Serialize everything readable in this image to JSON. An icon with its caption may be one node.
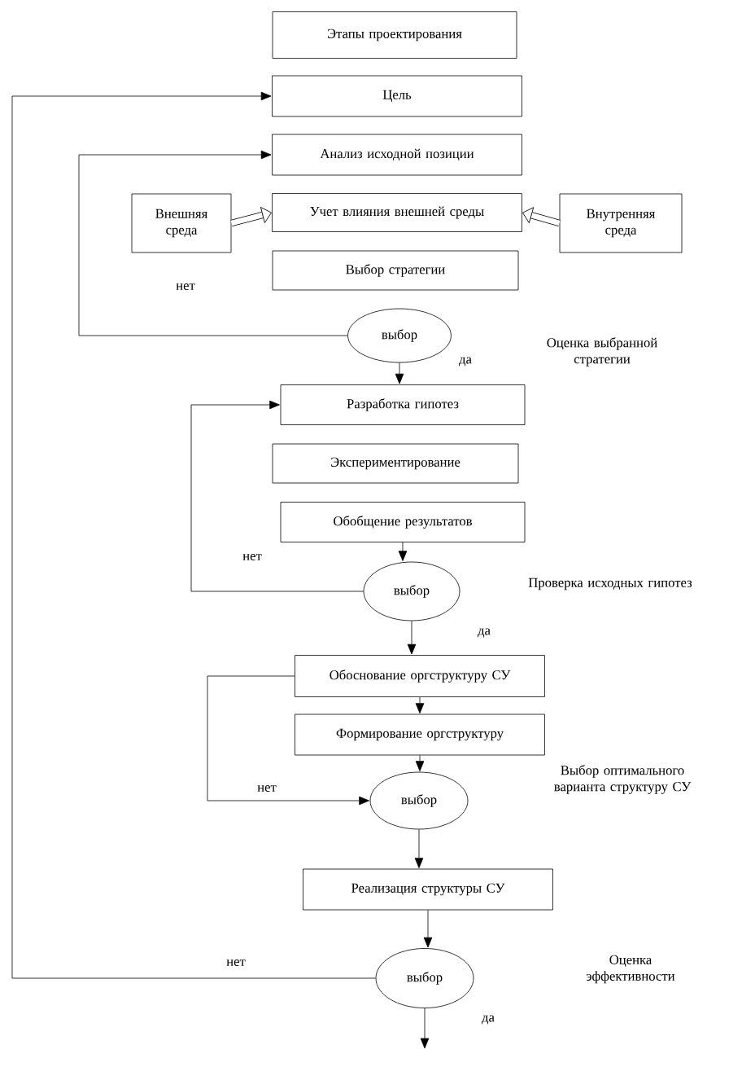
{
  "diagram": {
    "nodes": [
      {
        "text": [
          "Этапы проектирования"
        ]
      },
      {
        "text": [
          "Цель"
        ]
      },
      {
        "text": [
          "Анализ исходной позиции"
        ]
      },
      {
        "text": [
          "Внешняя среда"
        ]
      },
      {
        "text": [
          "Учет влияния внешней среды"
        ]
      },
      {
        "text": [
          "Внутренняя среда"
        ]
      },
      {
        "text": [
          "Выбор стратегии"
        ]
      },
      {
        "text": [
          "выбор"
        ]
      },
      {
        "text": [
          "Разработка гипотез"
        ]
      },
      {
        "text": [
          "Экспериментирование"
        ]
      },
      {
        "text": [
          "Обобщение результатов"
        ]
      },
      {
        "text": [
          "выбор"
        ]
      },
      {
        "text": [
          "Обоснование оргструктуру СУ"
        ]
      },
      {
        "text": [
          "Формирование оргструктуру"
        ]
      },
      {
        "text": [
          "выбор"
        ]
      },
      {
        "text": [
          "Реализация структуры СУ"
        ]
      },
      {
        "text": [
          "выбор"
        ]
      }
    ],
    "edges": [
      {
        "from": 7,
        "to": 2,
        "arrow": "to",
        "label": "нет"
      },
      {
        "from": 7,
        "to": 8,
        "arrow": "to",
        "label": "да"
      },
      {
        "from": 3,
        "to": 4,
        "arrow": "to",
        "style": "thick"
      },
      {
        "from": 5,
        "to": 4,
        "arrow": "to",
        "style": "thick"
      },
      {
        "from": 10,
        "to": 11,
        "arrow": "to"
      },
      {
        "from": 11,
        "to": 8,
        "arrow": "to",
        "label": "нет"
      },
      {
        "from": 11,
        "to": 12,
        "arrow": "to",
        "label": "да"
      },
      {
        "from": 12,
        "to": 13,
        "arrow": "to"
      },
      {
        "from": 13,
        "to": 14,
        "arrow": "to"
      },
      {
        "from": 12,
        "to": 14,
        "arrow": "to",
        "label": "нет"
      },
      {
        "from": 14,
        "to": 15,
        "arrow": "to"
      },
      {
        "from": 15,
        "to": 16,
        "arrow": "to"
      },
      {
        "from": 16,
        "to": 1,
        "arrow": "to",
        "label": "нет"
      },
      {
        "from": 16,
        "to": null,
        "arrow": "to",
        "label": "да"
      }
    ],
    "labels": [
      "Оценка выбранной стратегии",
      "Проверка исходных гипотез",
      "Выбор оптимального варианта структуру СУ",
      "Оценка эффективности"
    ]
  }
}
